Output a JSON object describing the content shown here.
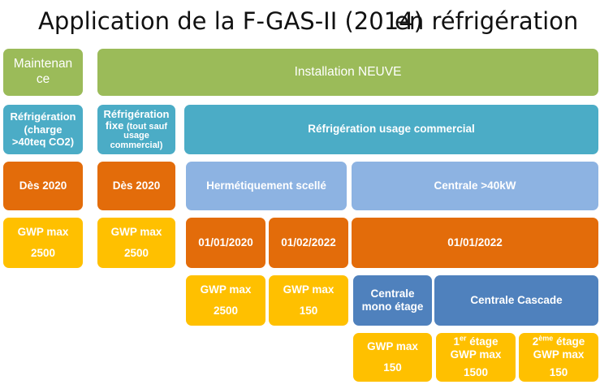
{
  "title": {
    "left": "Application de la F-GAS-II (2014)",
    "right": "en réfrigération"
  },
  "col_maint": {
    "header": "Maintenance",
    "refrig_line1": "Réfrigération",
    "refrig_line2": "(charge",
    "refrig_line3": ">40teq CO2)",
    "date": "Dès 2020",
    "gwp_label": "GWP max",
    "gwp_value": "2500"
  },
  "installation_neuve": "Installation NEUVE",
  "col_fixe": {
    "line1": "Réfrigération",
    "line2": "fixe",
    "line2_small": "(tout sauf",
    "line3": "usage",
    "line4": "commercial)",
    "date": "Dès 2020",
    "gwp_label": "GWP max",
    "gwp_value": "2500"
  },
  "commercial": "Réfrigération usage commercial",
  "hermetique": {
    "label": "Hermétiquement scellé",
    "date1": "01/01/2020",
    "date2": "01/02/2022",
    "gwp1_label": "GWP max",
    "gwp1_value": "2500",
    "gwp2_label": "GWP max",
    "gwp2_value": "150"
  },
  "centrale": {
    "label": "Centrale >40kW",
    "date": "01/01/2022",
    "mono_line1": "Centrale",
    "mono_line2": "mono étage",
    "cascade": "Centrale Cascade",
    "mono_gwp_label": "GWP max",
    "mono_gwp_value": "150",
    "stage1_num": "1",
    "stage1_sup": "er",
    "stage1_word": "étage",
    "stage1_gwp_label": "GWP max",
    "stage1_gwp_value": "1500",
    "stage2_num": "2",
    "stage2_sup": "ème",
    "stage2_word": "étage",
    "stage2_gwp_label": "GWP max",
    "stage2_gwp_value": "150"
  },
  "colors": {
    "green": "#9bbb59",
    "teal": "#4bacc6",
    "orange": "#e36c0a",
    "yellow": "#ffc000",
    "light_blue": "#8db3e2",
    "dark_blue": "#4f81bd"
  }
}
